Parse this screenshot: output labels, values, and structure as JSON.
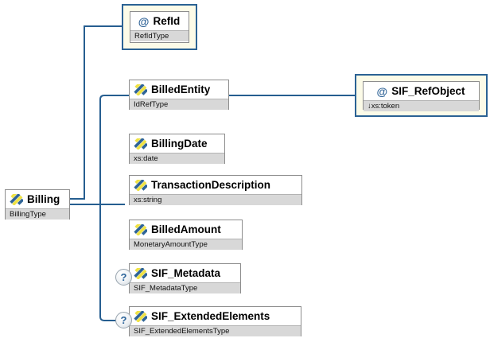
{
  "icons": {
    "attribute_symbol": "@",
    "optional_symbol": "?",
    "element_icon": "yellow-blue-diagonal-stripes"
  },
  "colors": {
    "connector": "#265E90",
    "highlight_fill": "#FCFBE8",
    "highlight_border": "#2B6294",
    "box_border": "#8D8D8D",
    "type_band": "#D8D8D8",
    "attribute_symbol": "#336699",
    "icon_yellow": "#EFE243",
    "icon_blue": "#2F6496"
  },
  "nodes": {
    "billing": {
      "label": "Billing",
      "type": "BillingType"
    },
    "refid": {
      "label": "RefId",
      "type": "RefIdType"
    },
    "billedentity": {
      "label": "BilledEntity",
      "type": "IdRefType"
    },
    "sif_refobject": {
      "label": "SIF_RefObject",
      "type": "↓xs:token"
    },
    "billingdate": {
      "label": "BillingDate",
      "type": "xs:date"
    },
    "transactiondescription": {
      "label": "TransactionDescription",
      "type": "xs:string"
    },
    "billedamount": {
      "label": "BilledAmount",
      "type": "MonetaryAmountType"
    },
    "sif_metadata": {
      "label": "SIF_Metadata",
      "type": "SIF_MetadataType"
    },
    "sif_extendedelements": {
      "label": "SIF_ExtendedElements",
      "type": "SIF_ExtendedElementsType"
    }
  }
}
